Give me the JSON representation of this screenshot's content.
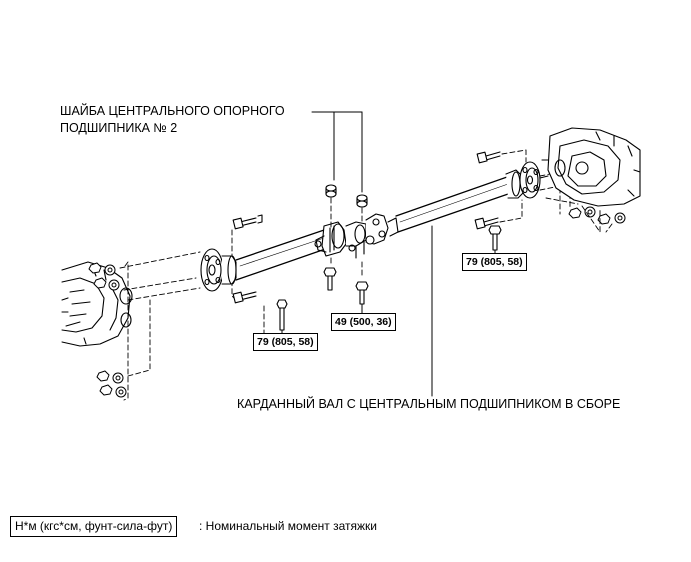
{
  "labels": {
    "washer_line1": "ШАЙБА ЦЕНТРАЛЬНОГО ОПОРНОГО",
    "washer_line2": "ПОДШИПНИКА № 2",
    "shaft_assembly": "КАРДАННЫЙ ВАЛ С ЦЕНТРАЛЬНЫМ ПОДШИПНИКОМ В СБОРЕ"
  },
  "torques": {
    "front_flange": "79 (805, 58)",
    "center_bearing": "49 (500, 36)",
    "rear_flange": "79 (805, 58)"
  },
  "legend": {
    "units": "Н*м (кгс*см, фунт-сила-фут)",
    "description": ": Номинальный момент затяжки"
  }
}
